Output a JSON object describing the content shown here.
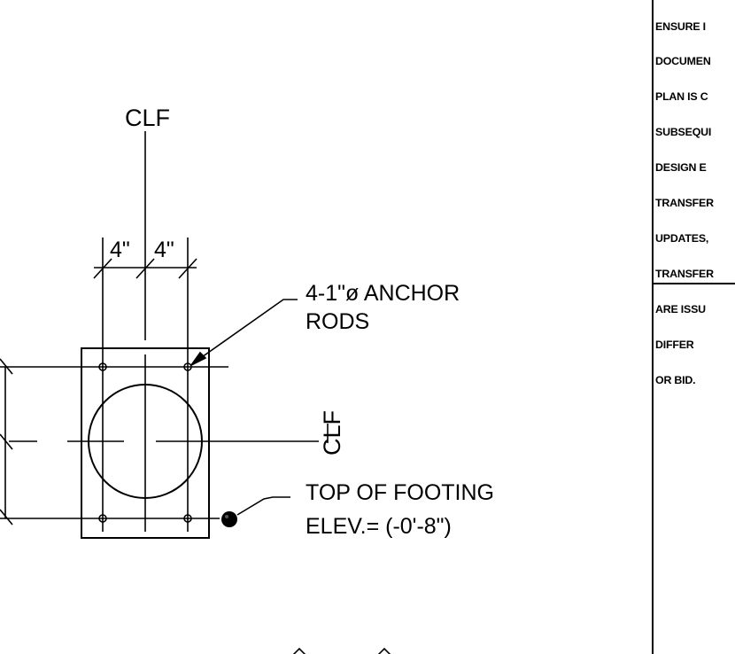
{
  "labels": {
    "clf_vertical": "CLF",
    "clf_horizontal": "CLF",
    "dim_left": "4\"",
    "dim_right": "4\"",
    "anchor_callout_line1": "4-1\"ø ANCHOR",
    "anchor_callout_line2": "RODS",
    "footing_callout_line1": "TOP OF FOOTING",
    "footing_callout_line2": "ELEV.= (-0'-8\")"
  },
  "note": {
    "lines": [
      "ENSURE I",
      "DOCUMEN",
      "PLAN IS C",
      "SUBSEQUI",
      "DESIGN E",
      "TRANSFER",
      "UPDATES,",
      "TRANSFER",
      "ARE ISSU",
      "DIFFER",
      "OR BID."
    ]
  }
}
